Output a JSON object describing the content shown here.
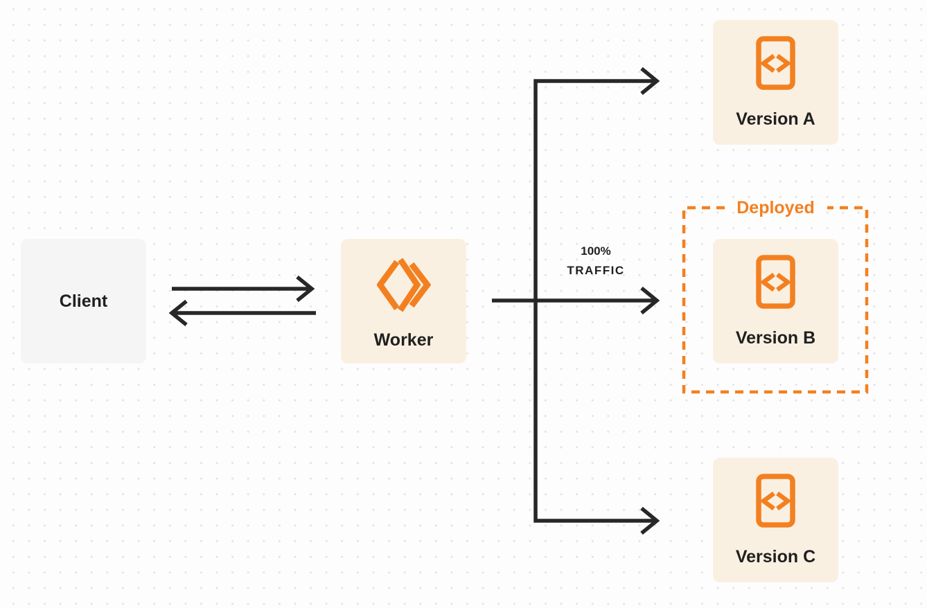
{
  "colors": {
    "accent_orange": "#F38020",
    "line_dark": "#272727",
    "text_dark": "#202020",
    "box_cream": "#FAF0E2",
    "box_gray": "#F5F5F6",
    "page_bg": "#FDFDFD",
    "dot_color": "#E4E4E8"
  },
  "nodes": {
    "client": {
      "label": "Client"
    },
    "worker": {
      "label": "Worker"
    },
    "version_a": {
      "label": "Version A"
    },
    "version_b": {
      "label": "Version B"
    },
    "version_c": {
      "label": "Version C"
    }
  },
  "annotations": {
    "deployed": {
      "label": "Deployed"
    },
    "traffic": {
      "line1": "100%",
      "line2": "TRAFFIC"
    }
  },
  "icons": {
    "worker_box": "workers-logo-icon",
    "version_boxes": "code-file-icon"
  },
  "edges": [
    {
      "name": "client-to-worker",
      "type": "arrow"
    },
    {
      "name": "worker-to-client",
      "type": "arrow"
    },
    {
      "name": "worker-to-version-a",
      "type": "arrow"
    },
    {
      "name": "worker-to-version-b",
      "type": "arrow",
      "label": "100% TRAFFIC"
    },
    {
      "name": "worker-to-version-c",
      "type": "arrow"
    },
    {
      "name": "deployed-boundary",
      "type": "dashed-box",
      "around": "version_b"
    }
  ]
}
